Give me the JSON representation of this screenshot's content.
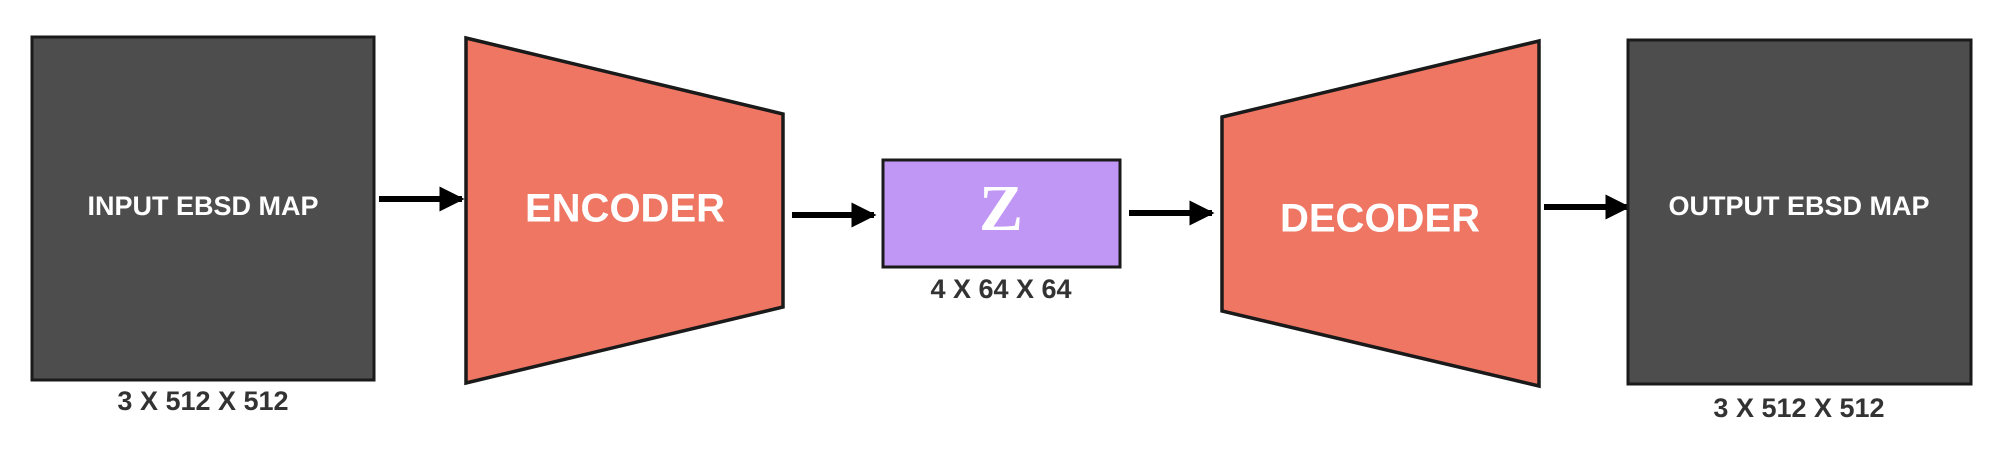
{
  "diagram": {
    "input": {
      "label": "INPUT EBSD MAP",
      "dims": "3 X 512 X 512"
    },
    "encoder": {
      "label": "ENCODER"
    },
    "latent": {
      "label": "Z",
      "dims": "4 X 64 X 64"
    },
    "decoder": {
      "label": "DECODER"
    },
    "output": {
      "label": "OUTPUT EBSD MAP",
      "dims": "3 X 512 X 512"
    }
  },
  "colors": {
    "map_fill": "#4d4d4d",
    "coder_fill": "#ee7663",
    "latent_fill": "#c197f5",
    "stroke": "#1a1a1a",
    "arrow": "#000000",
    "box_text": "#ffffff",
    "dim_text": "#333333"
  }
}
